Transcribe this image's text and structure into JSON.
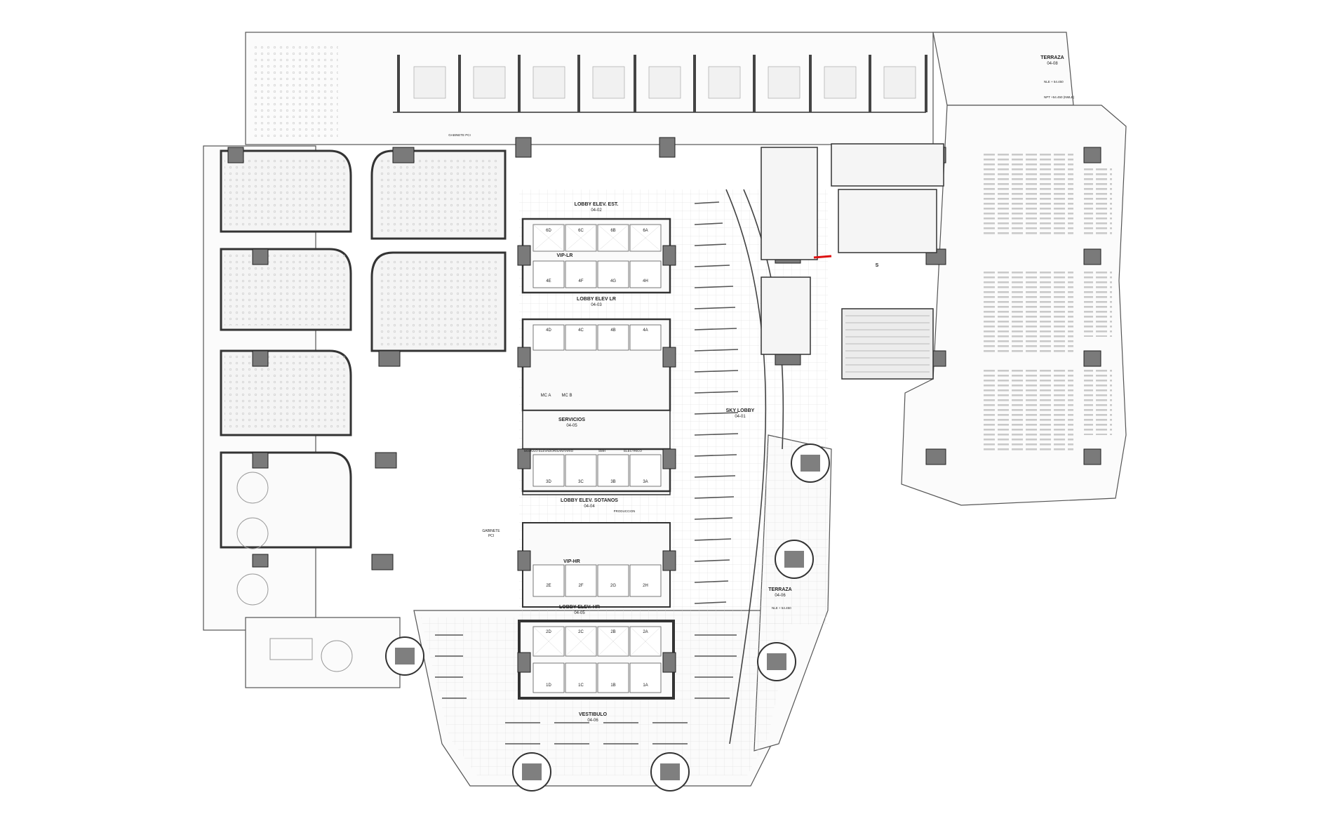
{
  "rooms": {
    "lobby_elev_est": {
      "label": "LOBBY ELEV. EST.",
      "code": "04-02"
    },
    "lobby_elev_lr": {
      "label": "LOBBY ELEV LR",
      "code": "04-03"
    },
    "servicios": {
      "label": "SERVICIOS",
      "code": "04-05"
    },
    "sky_lobby": {
      "label": "SKY LOBBY",
      "code": "04-01"
    },
    "lobby_elev_sotanos": {
      "label": "LOBBY ELEV. SOTANOS",
      "code": "04-04"
    },
    "lobby_elev_hr": {
      "label": "LOBBY ELEV. HR",
      "code": "04-05"
    },
    "vestibulo": {
      "label": "VESTIBULO",
      "code": "04-06"
    },
    "terraza_top": {
      "label": "TERRAZA",
      "code": "04-08"
    },
    "terraza_right": {
      "label": "TERRAZA",
      "code": "04-06"
    },
    "vip_lr": {
      "label": "VIP-LR"
    },
    "vip_hr": {
      "label": "VIP-HR"
    },
    "gabinete": {
      "label": "GABINETE",
      "code": "PCI"
    },
    "gabinete_top": {
      "label": "GABINETE PCI"
    },
    "produccion": {
      "label": "PRODUCCION"
    },
    "modulo": {
      "label": "MODULO ELEVADOR/SANITARIO"
    },
    "electrico": {
      "label": "ELECTRICO"
    },
    "smh": {
      "label": "SMH"
    },
    "mc_a": {
      "label": "MC A"
    },
    "mc_b": {
      "label": "MC B"
    }
  },
  "levels": {
    "terraza_top_1": "NLE + 54.450",
    "terraza_top_2": "NPT +54.450 (NMLE)",
    "terraza_right": "NLE + 54.450"
  },
  "elevators": {
    "bank6": [
      "6D",
      "6C",
      "6B",
      "6A"
    ],
    "bank4top": [
      "4E",
      "4F",
      "4G",
      "4H"
    ],
    "bank4": [
      "4D",
      "4C",
      "4B",
      "4A"
    ],
    "bank3": [
      "3D",
      "3C",
      "3B",
      "3A"
    ],
    "bank2top": [
      "2E",
      "2F",
      "2G",
      "2H"
    ],
    "bank2": [
      "2D",
      "2C",
      "2B",
      "2A"
    ],
    "bank1": [
      "1D",
      "1C",
      "1B",
      "1A"
    ]
  },
  "marks": {
    "stair_s": "S"
  }
}
